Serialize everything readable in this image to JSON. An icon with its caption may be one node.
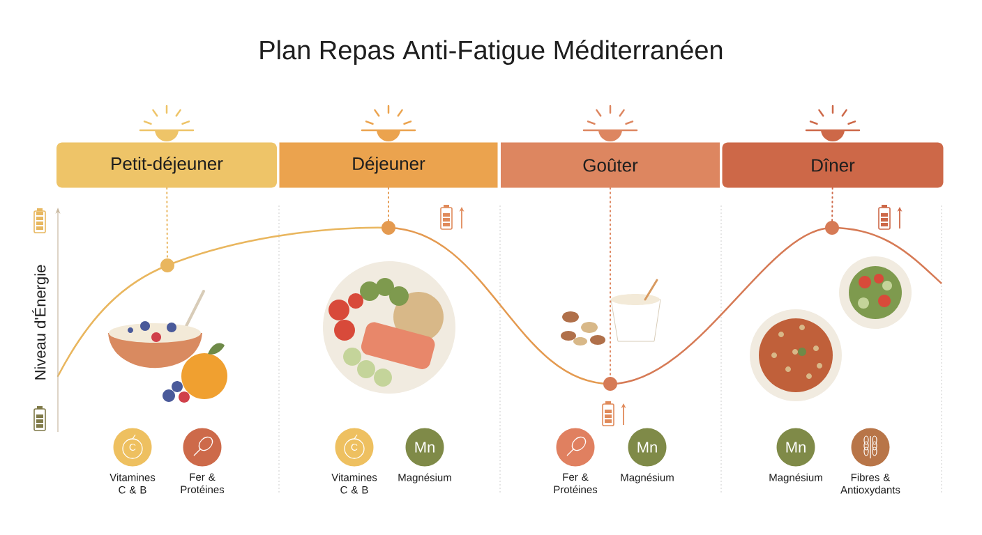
{
  "diagram": {
    "title": "Plan Repas Anti-Fatigue Méditerranéen",
    "nodes": [
      {
        "text": [
          "Petit-déjeuner"
        ]
      },
      {
        "text": [
          "Déjeuner"
        ]
      },
      {
        "text": [
          "Goûter"
        ]
      },
      {
        "text": [
          "Dîner"
        ]
      },
      {
        "text": [],
        "shape": "circle"
      },
      {
        "text": [],
        "shape": "circle"
      },
      {
        "text": [],
        "shape": "circle"
      },
      {
        "text": [],
        "shape": "circle"
      },
      {
        "text": [
          "C"
        ],
        "beside": [
          "Vitamines C & B"
        ]
      },
      {
        "text": [],
        "shape": "circle",
        "beside": [
          "Fer & Protéines"
        ]
      },
      {
        "text": [
          "C"
        ],
        "beside": [
          "Vitamines C & B"
        ]
      },
      {
        "text": [
          "Mn"
        ],
        "beside": [
          "Magnésium"
        ]
      },
      {
        "text": [],
        "shape": "circle",
        "beside": [
          "Fer & Protéines"
        ]
      },
      {
        "text": [
          "Mn"
        ],
        "beside": [
          "Magnésium"
        ]
      },
      {
        "text": [
          "Mn"
        ],
        "beside": [
          "Magnésium"
        ]
      },
      {
        "text": [],
        "shape": "circle",
        "beside": [
          "Fibres & Antioxydants"
        ]
      }
    ],
    "edges": [
      {
        "from": 0,
        "to": 4,
        "arrow": "none",
        "style": "dashed",
        "color": "#e9b65e"
      },
      {
        "from": 1,
        "to": 5,
        "arrow": "none",
        "style": "dashed",
        "color": "#e49a50"
      },
      {
        "from": 2,
        "to": 6,
        "arrow": "none",
        "style": "dashed",
        "color": "#dd8660"
      },
      {
        "from": 3,
        "to": 7,
        "arrow": "none",
        "style": "dashed",
        "color": "#cd6848"
      }
    ],
    "labels": [
      "Niveau d'Énergie"
    ]
  }
}
